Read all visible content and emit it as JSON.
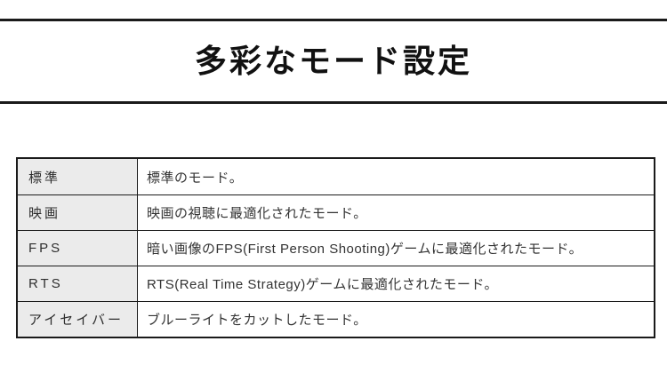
{
  "page": {
    "background_color": "#ffffff",
    "rule_color": "#1a1a1a"
  },
  "header": {
    "title": "多彩なモード設定"
  },
  "table": {
    "label_column_bg": "#ebebeb",
    "border_color": "#1a1a1a",
    "text_color": "#333333",
    "rows": [
      {
        "mode": "標準",
        "description": "標準のモード。"
      },
      {
        "mode": "映画",
        "description": "映画の視聴に最適化されたモード。"
      },
      {
        "mode": "FPS",
        "description": "暗い画像のFPS(First Person Shooting)ゲームに最適化されたモード。"
      },
      {
        "mode": "RTS",
        "description": "RTS(Real Time Strategy)ゲームに最適化されたモード。"
      },
      {
        "mode": "アイセイバー",
        "description": "ブルーライトをカットしたモード。"
      }
    ]
  }
}
